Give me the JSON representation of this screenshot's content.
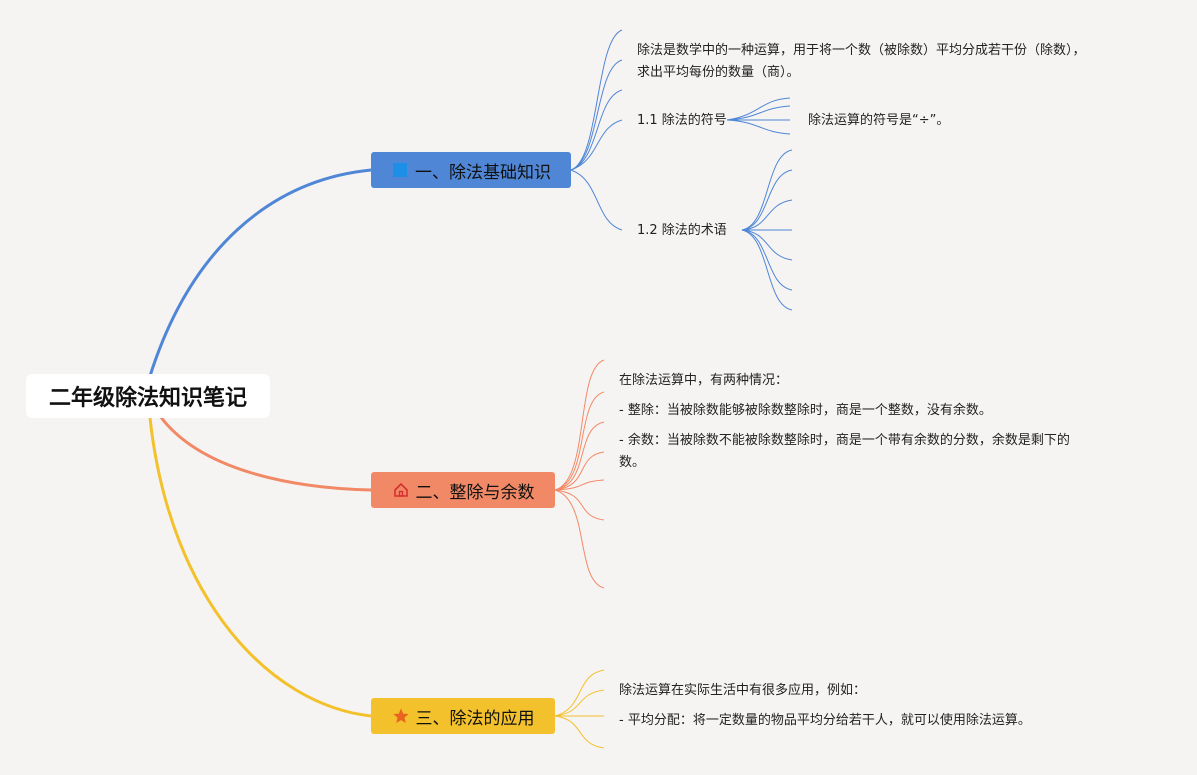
{
  "root": {
    "label": "二年级除法知识笔记"
  },
  "colors": {
    "blue": "#4f86d6",
    "orange": "#f28966",
    "yellow": "#f3c12c",
    "background": "#f6f4f3"
  },
  "branches": [
    {
      "label": "一、除法基础知识",
      "icon": "square-icon",
      "color": "#4f86d6",
      "children": [
        {
          "lines": [
            "除法是数学中的一种运算，用于将一个数（被除数）平均分成若干份（除数），",
            "求出平均每份的数量（商）。"
          ]
        },
        {
          "label": "1.1 除法的符号",
          "detail": "除法运算的符号是“÷”。"
        },
        {
          "label": "1.2 除法的术语"
        }
      ]
    },
    {
      "label": "二、整除与余数",
      "icon": "home-icon",
      "color": "#f28966",
      "children": [
        {
          "lines": [
            "在除法运算中，有两种情况："
          ]
        },
        {
          "lines": [
            "- 整除：当被除数能够被除数整除时，商是一个整数，没有余数。"
          ]
        },
        {
          "lines": [
            "- 余数：当被除数不能被除数整除时，商是一个带有余数的分数，余数是剩下的",
            "数。"
          ]
        }
      ]
    },
    {
      "label": "三、除法的应用",
      "icon": "star-icon",
      "color": "#f3c12c",
      "children": [
        {
          "lines": [
            "除法运算在实际生活中有很多应用，例如："
          ]
        },
        {
          "lines": [
            "- 平均分配：将一定数量的物品平均分给若干人，就可以使用除法运算。"
          ]
        }
      ]
    }
  ]
}
